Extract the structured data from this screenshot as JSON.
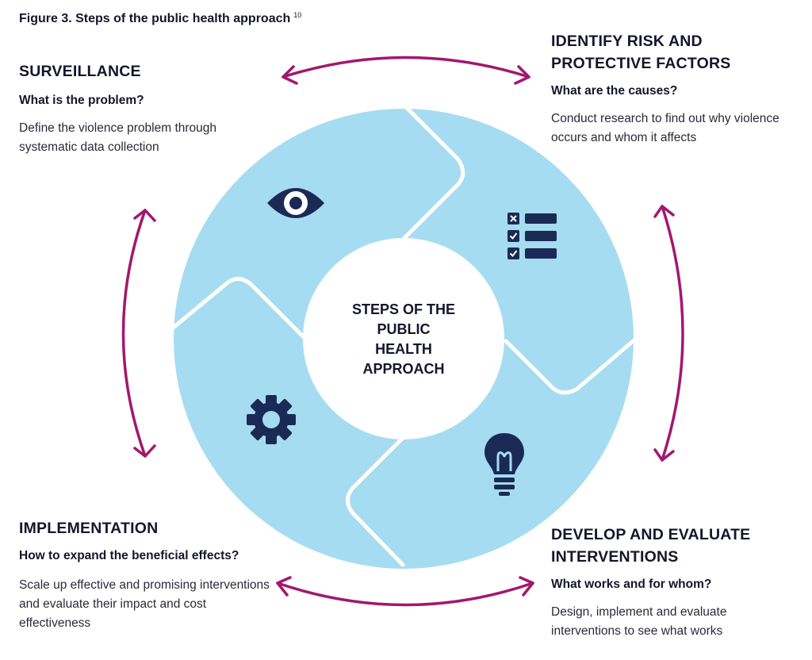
{
  "figure_title": "Figure 3. Steps of the public health approach",
  "figure_ref": "10",
  "center": {
    "lines": [
      "STEPS OF THE",
      "PUBLIC",
      "HEALTH",
      "APPROACH"
    ]
  },
  "steps": {
    "surveillance": {
      "title": "SURVEILLANCE",
      "question": "What is the problem?",
      "description": "Define the violence problem through systematic data collection",
      "icon": "eye-icon"
    },
    "risk": {
      "title_line1": "IDENTIFY RISK AND",
      "title_line2": "PROTECTIVE FACTORS",
      "question": "What are the causes?",
      "description": "Conduct research to find out why violence occurs and whom it affects",
      "icon": "checklist-icon"
    },
    "develop": {
      "title_line1": "DEVELOP AND EVALUATE",
      "title_line2": "INTERVENTIONS",
      "question": "What works and for whom?",
      "description": "Design, implement and evaluate interventions to see what works",
      "icon": "lightbulb-icon"
    },
    "implementation": {
      "title": "IMPLEMENTATION",
      "question": "How to expand the beneficial effects?",
      "description": "Scale up effective and promising interventions and evaluate their impact and cost effectiveness",
      "icon": "gear-icon"
    }
  },
  "colors": {
    "segment_fill": "#a6dcf1",
    "arrow": "#a3176f",
    "icon": "#1b2a55",
    "divider": "#ffffff"
  }
}
